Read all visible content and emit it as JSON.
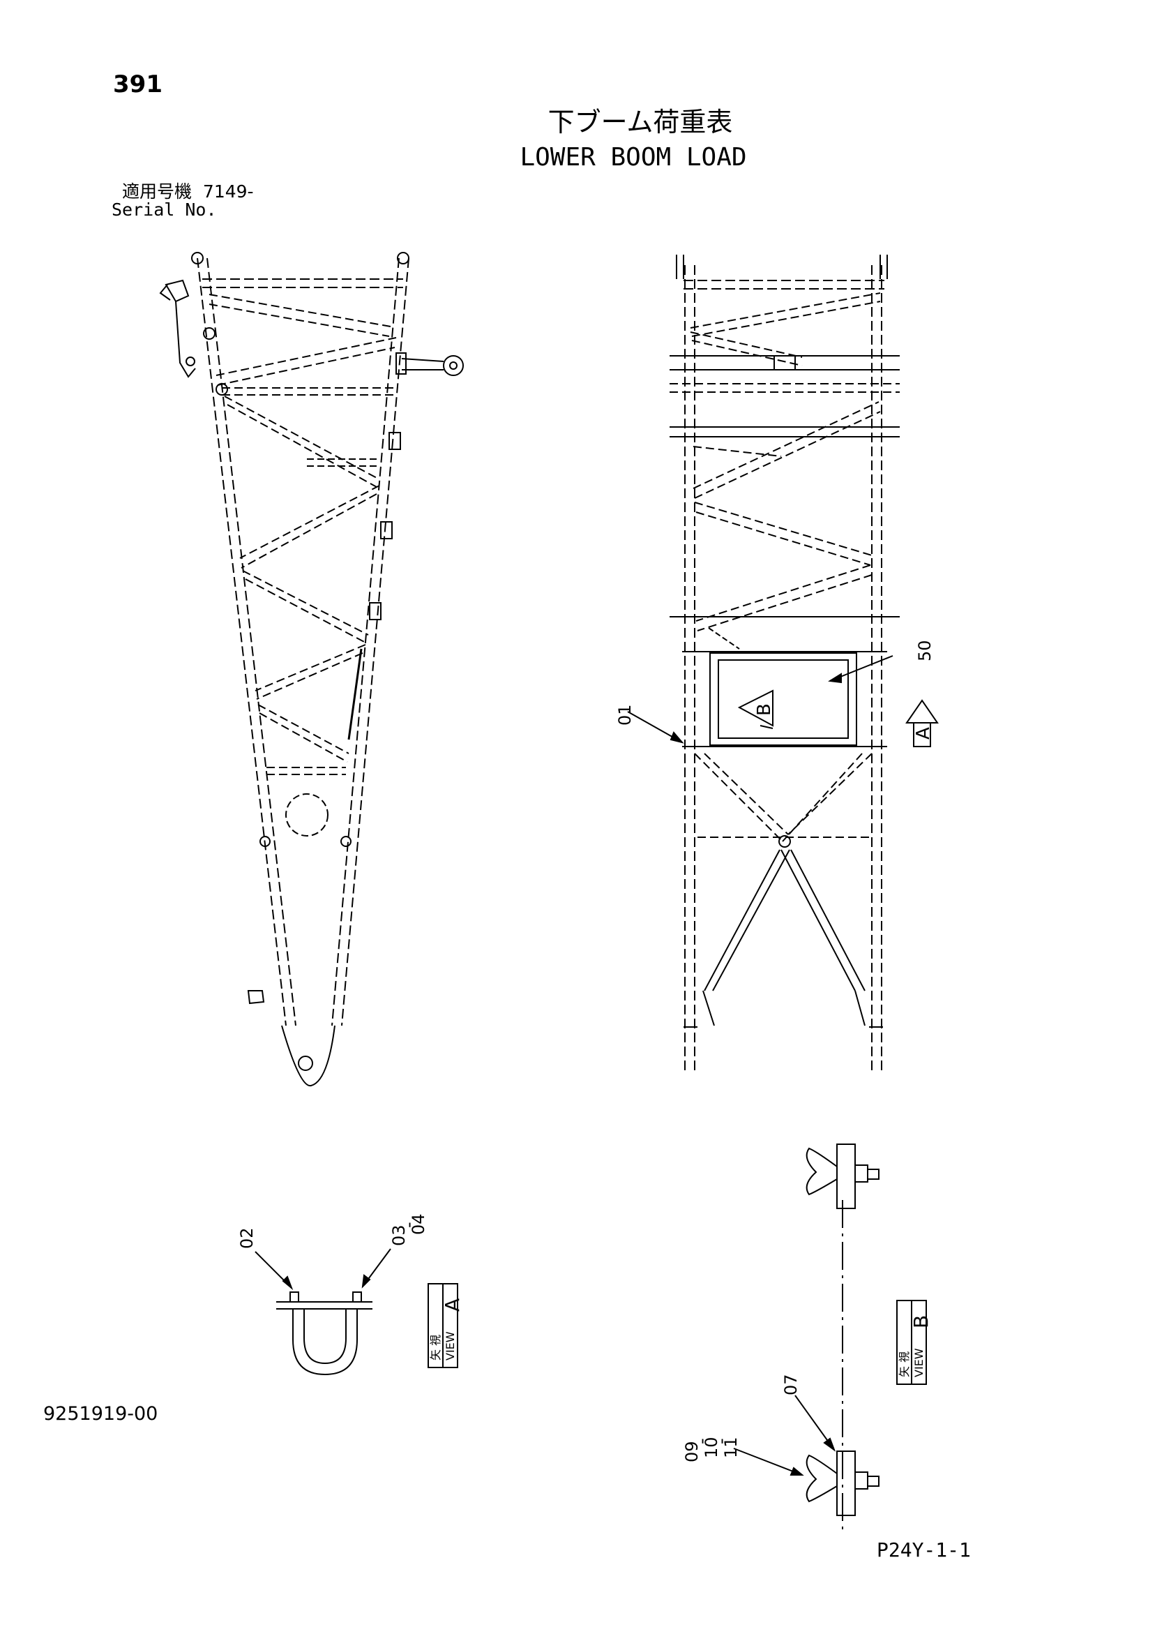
{
  "page_number": "391",
  "title_ja": "下ブーム荷重表",
  "title_en": "LOWER BOOM LOAD",
  "serial": {
    "label_ja": "適用号機",
    "value": "7149-",
    "label_en": "Serial No."
  },
  "callouts": {
    "c01": "01",
    "c50": "50",
    "c02": "02",
    "c03": "03",
    "c03_sep": "-",
    "c04": "04",
    "c07": "07",
    "c09": "09",
    "c09_sep": "-",
    "c10": "10",
    "c10_sep": "-",
    "c11": "11"
  },
  "views": {
    "a": {
      "ja": "矢 視",
      "en": "VIEW",
      "letter": "A"
    },
    "b": {
      "ja": "矢 視",
      "en": "VIEW",
      "letter": "B"
    }
  },
  "view_markers": {
    "a": "A",
    "b": "B"
  },
  "drawing_number": "9251919-00",
  "sheet_code": "P24Y-1-1"
}
